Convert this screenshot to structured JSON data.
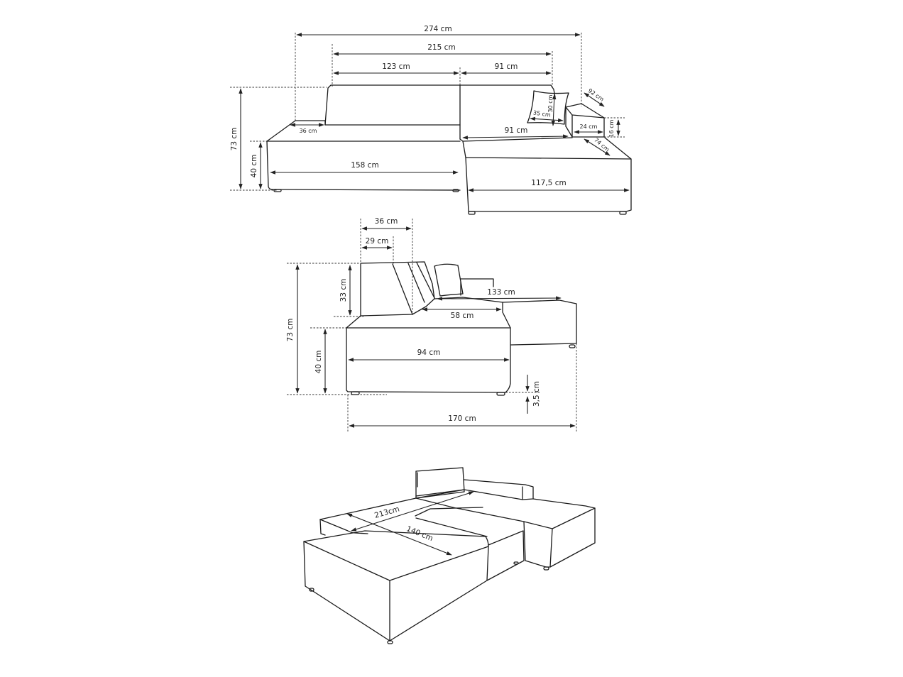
{
  "diagram": {
    "title": "",
    "subject": "Corner sofa dimension drawing",
    "views": [
      {
        "name": "front-view",
        "labels": {
          "total_width": "274 cm",
          "back_width": "215 cm",
          "back_left": "123 cm",
          "back_right": "91 cm",
          "total_height": "73 cm",
          "seat_height": "40 cm",
          "armrest_depth": "36 cm",
          "left_seat_width": "158 cm",
          "right_seat_width": "91 cm",
          "chaise_width": "117,5 cm",
          "pillow_width": "35 cm",
          "pillow_height": "30 cm",
          "armrest_block_length": "92 cm",
          "armrest_block_width": "24 cm",
          "armrest_block_height": "16 cm",
          "chaise_side": "74 cm"
        }
      },
      {
        "name": "side-view",
        "labels": {
          "back_depth_top": "36 cm",
          "back_depth_inner": "29 cm",
          "back_height": "33 cm",
          "total_height": "73 cm",
          "seat_height": "40 cm",
          "seat_depth_inner": "58 cm",
          "chaise_depth": "133 cm",
          "seat_depth": "94 cm",
          "leg_height": "3,5 cm",
          "total_depth": "170 cm"
        }
      },
      {
        "name": "bed-view",
        "labels": {
          "bed_length": "213cm",
          "bed_width": "140 cm"
        }
      }
    ]
  }
}
